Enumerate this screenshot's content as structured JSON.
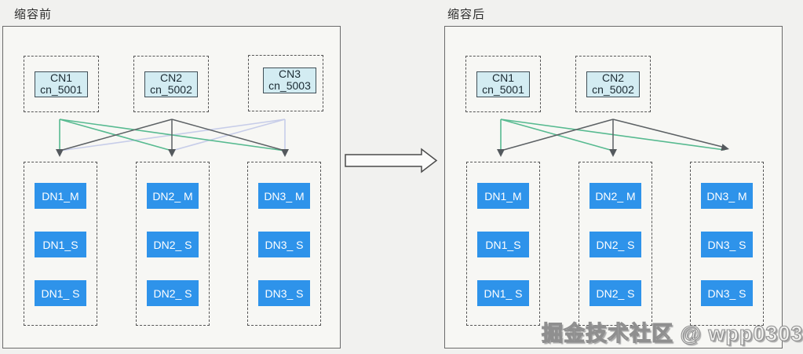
{
  "watermark": {
    "text": "掘金技术社区 @ wpp0303"
  },
  "colors": {
    "page_bg": "#f1f1ef",
    "panel_bg": "#f7f7f4",
    "panel_border": "#6b6b6b",
    "dashed_border": "#555555",
    "cn_box_fill": "#d3ecf2",
    "cn_box_border": "#3f4e56",
    "dn_box_fill": "#2e93ea",
    "dn_box_text": "#ffffff",
    "link_cn1": "#57ba90",
    "link_cn2": "#5c6164",
    "link_cn3": "#c7cde9",
    "arrowhead": "#54595d",
    "transition_arrow_fill": "#fbfbfa",
    "transition_arrow_border": "#4a4a4a"
  },
  "panels": [
    {
      "title": "缩容前",
      "cns": [
        {
          "line1": "CN1",
          "line2": "cn_5001"
        },
        {
          "line1": "CN2",
          "line2": "cn_5002"
        },
        {
          "line1": "CN3",
          "line2": "cn_5003"
        }
      ],
      "dn_columns": [
        {
          "boxes": [
            "DN1_M",
            "DN1_S",
            "DN1_ S"
          ]
        },
        {
          "boxes": [
            "DN2_ M",
            "DN2_ S",
            "DN2_ S"
          ]
        },
        {
          "boxes": [
            "DN3_ M",
            "DN3_ S",
            "DN3_ S"
          ]
        }
      ]
    },
    {
      "title": "缩容后",
      "cns": [
        {
          "line1": "CN1",
          "line2": "cn_5001"
        },
        {
          "line1": "CN2",
          "line2": "cn_5002"
        }
      ],
      "dn_columns": [
        {
          "boxes": [
            "DN1_M",
            "DN1_S",
            "DN1_ S"
          ]
        },
        {
          "boxes": [
            "DN2_ M",
            "DN2_ S",
            "DN2_ S"
          ]
        },
        {
          "boxes": [
            "DN3_ M",
            "DN3_ S",
            "DN3_ S"
          ]
        }
      ]
    }
  ]
}
